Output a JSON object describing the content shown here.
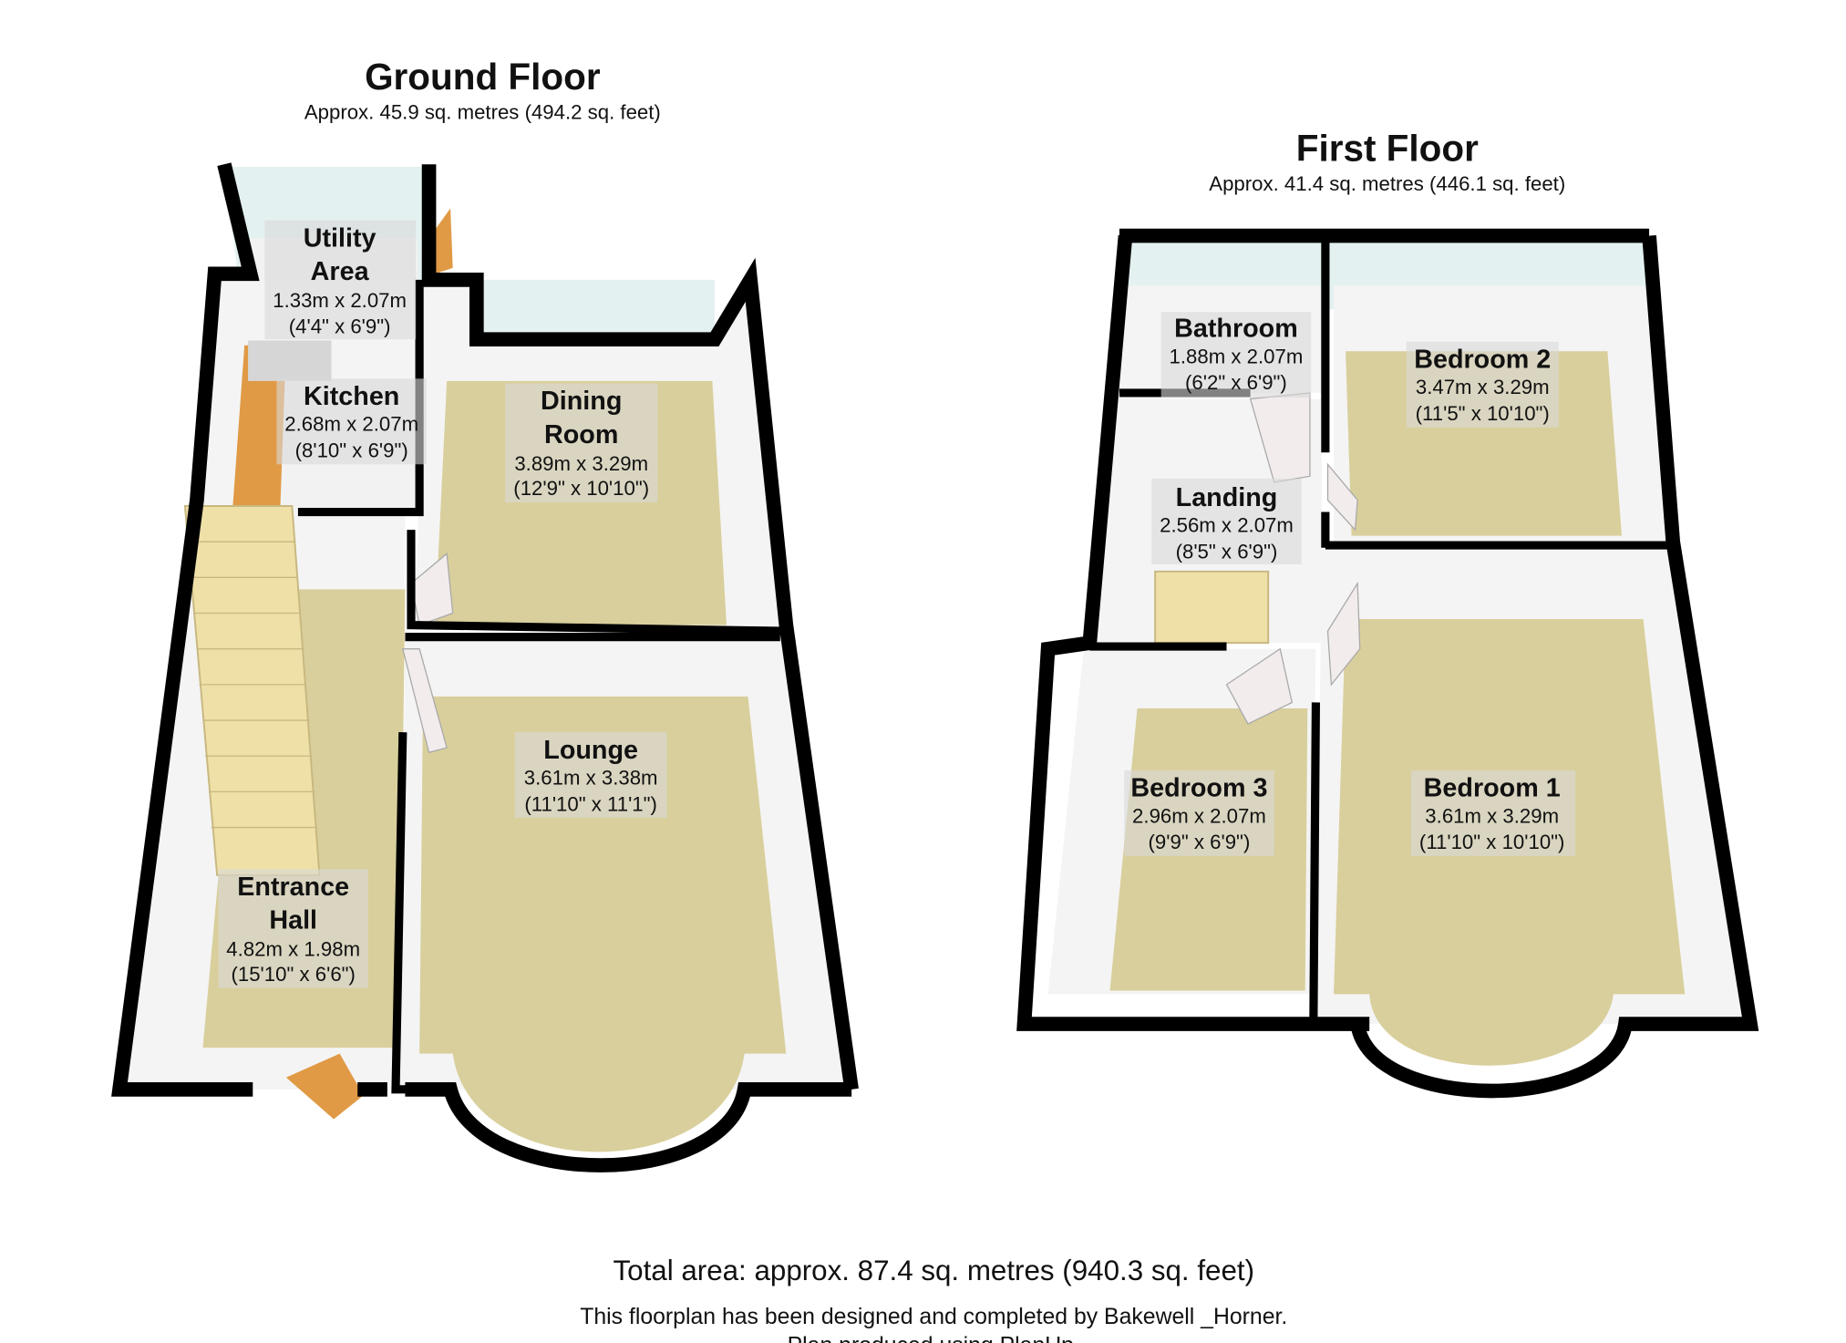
{
  "ground_floor": {
    "title": "Ground Floor",
    "area": "Approx.  45.9 sq. metres (494.2 sq. feet)",
    "rooms": [
      {
        "name_lines": [
          "Utility",
          "Area"
        ],
        "metric": "1.33m x 2.07m",
        "imperial": "(4'4\" x 6'9\")"
      },
      {
        "name_lines": [
          "Kitchen"
        ],
        "metric": "2.68m x 2.07m",
        "imperial": "(8'10\" x 6'9\")"
      },
      {
        "name_lines": [
          "Dining",
          "Room"
        ],
        "metric": "3.89m x 3.29m",
        "imperial": "(12'9\" x 10'10\")"
      },
      {
        "name_lines": [
          "Lounge"
        ],
        "metric": "3.61m x 3.38m",
        "imperial": "(11'10\" x 11'1\")"
      },
      {
        "name_lines": [
          "Entrance",
          "Hall"
        ],
        "metric": "4.82m x 1.98m",
        "imperial": "(15'10\" x 6'6\")"
      }
    ]
  },
  "first_floor": {
    "title": "First Floor",
    "area": "Approx.  41.4 sq. metres (446.1 sq. feet)",
    "rooms": [
      {
        "name_lines": [
          "Bathroom"
        ],
        "metric": "1.88m x 2.07m",
        "imperial": "(6'2\" x 6'9\")"
      },
      {
        "name_lines": [
          "Bedroom 2"
        ],
        "metric": "3.47m x 3.29m",
        "imperial": "(11'5\" x 10'10\")"
      },
      {
        "name_lines": [
          "Landing"
        ],
        "metric": "2.56m x 2.07m",
        "imperial": "(8'5\" x 6'9\")"
      },
      {
        "name_lines": [
          "Bedroom 3"
        ],
        "metric": "2.96m x 2.07m",
        "imperial": "(9'9\" x 6'9\")"
      },
      {
        "name_lines": [
          "Bedroom 1"
        ],
        "metric": "3.61m x 3.29m",
        "imperial": "(11'10\" x 10'10\")"
      }
    ]
  },
  "footer": {
    "total": "Total area: approx.  87.4 sq. metres (940.3 sq. feet)",
    "credit_line1": "This floorplan has been designed and completed by Bakewell _Horner.",
    "credit_line2": "Plan produced using PlanUp."
  }
}
